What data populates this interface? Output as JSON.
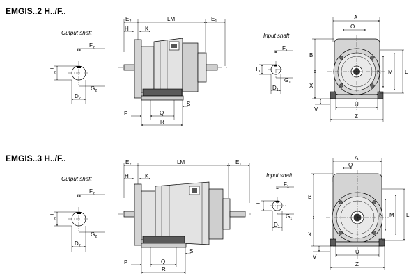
{
  "diagrams": [
    {
      "title": "EMGIS..2 H../F..",
      "output_shaft": {
        "caption": "Output shaft",
        "labels": {
          "f": "F",
          "f_sub": "2",
          "t": "T",
          "t_sub": "2",
          "g": "G",
          "g_sub": "2",
          "d": "D",
          "d_sub": "2"
        }
      },
      "side_view": {
        "labels": {
          "e2": "E",
          "e2_sub": "2",
          "lm": "LM",
          "e1": "E",
          "e1_sub": "1",
          "h": "H",
          "k": "K",
          "p": "P",
          "q": "Q",
          "s": "S",
          "r": "R"
        }
      },
      "input_shaft": {
        "caption": "Input shaft",
        "labels": {
          "f": "F",
          "f_sub": "1",
          "t": "T",
          "t_sub": "1",
          "g": "G",
          "g_sub": "1",
          "d": "D",
          "d_sub": "1"
        }
      },
      "front_view": {
        "labels": {
          "a": "A",
          "o": "O",
          "b": "B",
          "x": "X",
          "n": "N",
          "m": "M",
          "l": "L",
          "u": "U",
          "v": "V",
          "z": "Z"
        }
      }
    },
    {
      "title": "EMGIS..3 H../F..",
      "output_shaft": {
        "caption": "Output shaft",
        "labels": {
          "f": "F",
          "f_sub": "2",
          "t": "T",
          "t_sub": "2",
          "g": "G",
          "g_sub": "2",
          "d": "D",
          "d_sub": "2"
        }
      },
      "side_view": {
        "labels": {
          "e2": "E",
          "e2_sub": "2",
          "lm": "LM",
          "e1": "E",
          "e1_sub": "1",
          "h": "H",
          "k": "K",
          "p": "P",
          "q": "Q",
          "s": "S",
          "r": "R"
        }
      },
      "input_shaft": {
        "caption": "Input shaft",
        "labels": {
          "f": "F",
          "f_sub": "1",
          "t": "T",
          "t_sub": "1",
          "g": "G",
          "g_sub": "1",
          "d": "D",
          "d_sub": "1"
        }
      },
      "front_view": {
        "labels": {
          "a": "A",
          "o": "O",
          "b": "B",
          "x": "X",
          "n": "N",
          "m": "M",
          "l": "L",
          "u": "U",
          "v": "V",
          "z": "Z"
        }
      }
    }
  ]
}
